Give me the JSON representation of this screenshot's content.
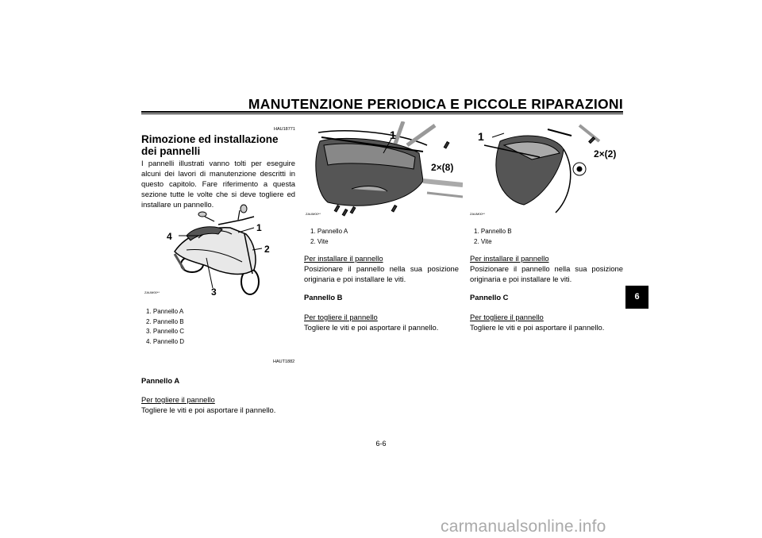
{
  "header": {
    "title": "MANUTENZIONE PERIODICA E PICCOLE RIPARAZIONI"
  },
  "col1": {
    "code1": "HAU18771",
    "heading": "Rimozione ed installazione dei pannelli",
    "intro": "I pannelli illustrati vanno tolti per eseguire alcuni dei lavori di manutenzione descritti in questo capitolo. Fare riferimento a questa sezione tutte le volte che si deve togliere ed installare un pannello.",
    "fig_code": "ZAUM00**",
    "callouts": [
      "1",
      "2",
      "3",
      "4"
    ],
    "captions": [
      "1. Pannello A",
      "2. Pannello B",
      "3. Pannello C",
      "4. Pannello D"
    ],
    "code2": "HAUT1882",
    "panel_heading": "Pannello A",
    "remove_label": "Per togliere il pannello",
    "remove_text": "Togliere le viti e poi asportare il pannello."
  },
  "col2": {
    "fig_code": "ZAUM00**",
    "callout_1": "1",
    "callout_2": "2×(8)",
    "captions": [
      "1. Pannello A",
      "2. Vite"
    ],
    "install_label": "Per installare il pannello",
    "install_text": "Posizionare il pannello nella sua posizione originaria e poi installare le viti.",
    "panel_heading": "Pannello B",
    "remove_label": "Per togliere il pannello",
    "remove_text": "Togliere le viti e poi asportare il pannello."
  },
  "col3": {
    "fig_code": "ZAUM00**",
    "callout_1": "1",
    "callout_2": "2×(2)",
    "captions": [
      "1. Pannello B",
      "2. Vite"
    ],
    "install_label": "Per installare il pannello",
    "install_text": "Posizionare il pannello nella sua posizione originaria e poi installare le viti.",
    "panel_heading": "Pannello C",
    "remove_label": "Per togliere il pannello",
    "remove_text": "Togliere le viti e poi asportare il pannello."
  },
  "side_tab": "6",
  "page_number": "6-6",
  "watermark": "carmanualsonline.info"
}
